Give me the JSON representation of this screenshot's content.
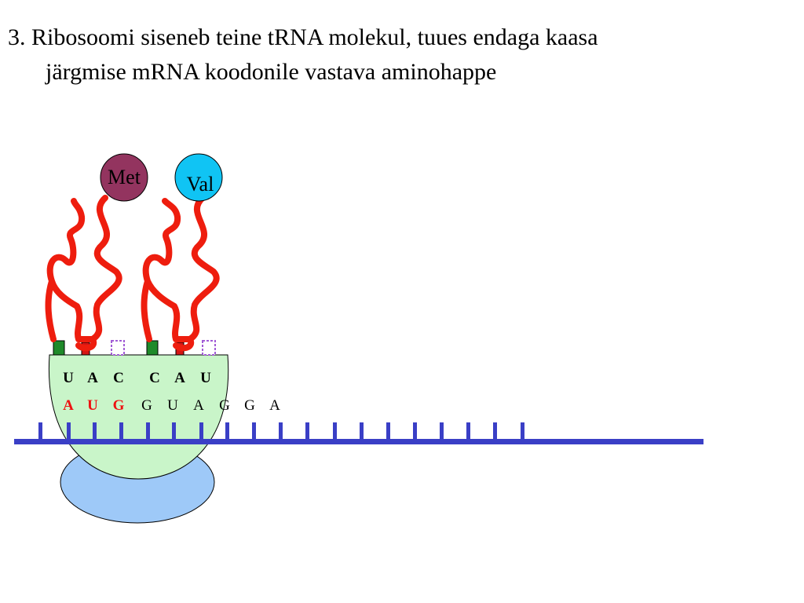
{
  "title": {
    "line1": "3. Ribosoomi siseneb teine tRNA molekul, tuues endaga kaasa",
    "line2": "järgmise mRNA koodonile vastava aminohappe"
  },
  "amino_acids": [
    {
      "label": "Met",
      "color": "#93345f"
    },
    {
      "label": "Val",
      "color": "#10c4f4"
    }
  ],
  "anticodons": [
    [
      "U",
      "A",
      "C"
    ],
    [
      "C",
      "A",
      "U"
    ]
  ],
  "mrna": {
    "start_codon": [
      "A",
      "U",
      "G"
    ],
    "following": [
      "G",
      "U",
      "A",
      "G",
      "G",
      "A"
    ]
  },
  "colors": {
    "trna": "#ee1d0e",
    "mrna_backbone": "#3a3fc6",
    "ribosome_large": "#c9f5c9",
    "ribosome_small": "#9ec9f8",
    "start_codon": "#ee1111"
  }
}
